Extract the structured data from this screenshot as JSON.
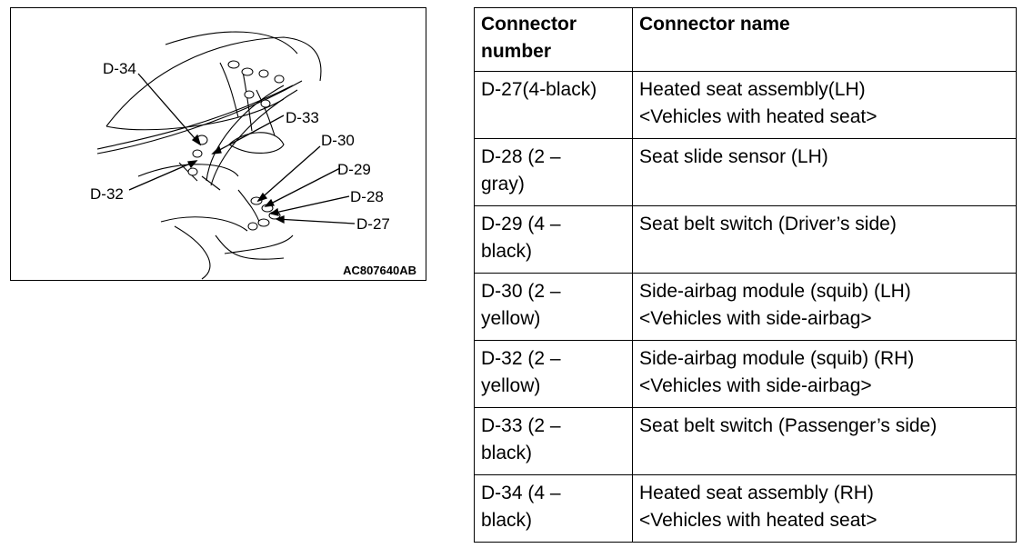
{
  "diagram": {
    "figure_id": "AC807640AB",
    "callouts": [
      "D-34",
      "D-33",
      "D-30",
      "D-29",
      "D-28",
      "D-27",
      "D-32"
    ]
  },
  "table": {
    "headers": {
      "number": [
        "Connector",
        "number"
      ],
      "name": "Connector name"
    },
    "rows": [
      {
        "number": [
          "D-27(4-black)"
        ],
        "name": [
          "Heated seat assembly(LH)",
          "<Vehicles with heated seat>"
        ]
      },
      {
        "number": [
          "D-28 (2 –",
          "gray)"
        ],
        "name": [
          "Seat slide sensor (LH)"
        ]
      },
      {
        "number": [
          "D-29 (4 –",
          "black)"
        ],
        "name": [
          "Seat belt switch (Driver’s side)"
        ]
      },
      {
        "number": [
          "D-30 (2 –",
          "yellow)"
        ],
        "name": [
          "Side-airbag module (squib) (LH)",
          "<Vehicles with side-airbag>"
        ]
      },
      {
        "number": [
          "D-32 (2 –",
          "yellow)"
        ],
        "name": [
          "Side-airbag module (squib) (RH)",
          "<Vehicles with side-airbag>"
        ]
      },
      {
        "number": [
          "D-33 (2 –",
          "black)"
        ],
        "name": [
          "Seat belt switch (Passenger’s side)"
        ]
      },
      {
        "number": [
          "D-34 (4 –",
          "black)"
        ],
        "name": [
          "Heated seat assembly (RH)",
          "<Vehicles with heated seat>"
        ]
      }
    ]
  }
}
